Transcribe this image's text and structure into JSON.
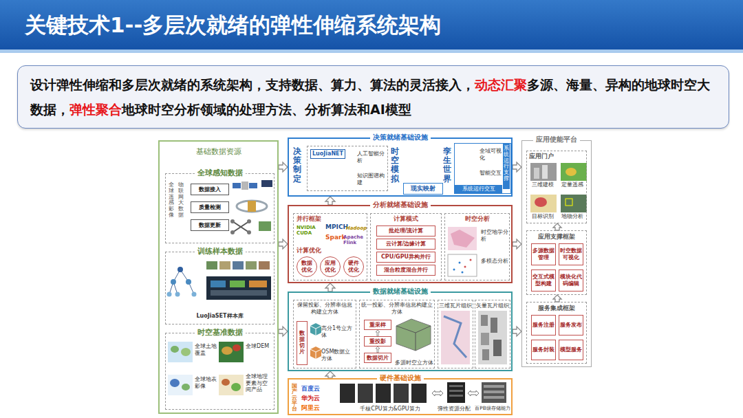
{
  "diagram": {
    "title": "关键技术1--多层次就绪的弹性伸缩系统架构",
    "nodes": [
      {
        "text": [
          "设计弹性伸缩和多层次就绪的系统架构，支持数据、算力、算法的灵活接入，",
          "动态汇聚",
          "多源、海量、异构的地球时空大数据，",
          "弹性聚合",
          "地球时空分析领域的处理方法、分析算法和AI模型"
        ]
      },
      {
        "text": [
          "基础数据资源"
        ]
      },
      {
        "text": [
          "全球感知数据",
          "全球遥感影像",
          "物联网大数据"
        ],
        "in": 1
      },
      {
        "text": [
          "数据接入"
        ],
        "in": 2
      },
      {
        "text": [
          "质量检测"
        ],
        "in": 2
      },
      {
        "text": [
          "数据更新"
        ],
        "in": 2
      },
      {
        "text": [
          "训练样本数据",
          "LuoJiaSET样本库"
        ],
        "in": 1
      },
      {
        "text": [
          "时空基准数据",
          "全球土地覆盖",
          "全球DEM",
          "全球地表影像",
          "全球地理要素与空间产品"
        ],
        "in": 1
      },
      {
        "text": [
          "决策就绪基础设施",
          "决策制定",
          "时空模拟",
          "孪生世界"
        ]
      },
      {
        "text": [
          "LuoJiaNET",
          "人工智能分析",
          "知识图谱构建"
        ],
        "in": 8
      },
      {
        "text": [
          "现实映射"
        ],
        "in": 8
      },
      {
        "text": [
          "全域可视化",
          "智能交互",
          "系统运行支撑",
          "系统运行交互"
        ],
        "in": 8
      },
      {
        "text": [
          "分析就绪基础设施"
        ]
      },
      {
        "text": [
          "并行框架",
          "NVIDIA CUDA",
          "MPICH",
          "Hadoop",
          "Spark",
          "Apache Flink",
          "计算优化"
        ],
        "in": 12
      },
      {
        "text": [
          "数据优化"
        ],
        "in": 13
      },
      {
        "text": [
          "应用优化"
        ],
        "in": 13
      },
      {
        "text": [
          "硬件优化"
        ],
        "in": 13
      },
      {
        "text": [
          "计算模式"
        ],
        "in": 12
      },
      {
        "text": [
          "批处理/流计算"
        ],
        "in": 17
      },
      {
        "text": [
          "云计算/边缘计算"
        ],
        "in": 17
      },
      {
        "text": [
          "CPU/GPU异构并行"
        ],
        "in": 17
      },
      {
        "text": [
          "混合粒度混合并行"
        ],
        "in": 17
      },
      {
        "text": [
          "时空分析",
          "时空地学分析",
          "多模态分析"
        ],
        "in": 12
      },
      {
        "text": [
          "数据就绪基础设施"
        ]
      },
      {
        "text": [
          "保留投影、分辨率信息构建立方体",
          "高分1号立方体",
          "OSM数据立方体"
        ],
        "in": 23
      },
      {
        "text": [
          "数据切片"
        ],
        "in": 24
      },
      {
        "text": [
          "统一投影、分辨率信息构建立方体",
          "多源时空立方体"
        ],
        "in": 23
      },
      {
        "text": [
          "重采样"
        ],
        "in": 26
      },
      {
        "text": [
          "重投影"
        ],
        "in": 26
      },
      {
        "text": [
          "数据切片"
        ],
        "in": 26
      },
      {
        "text": [
          "三维瓦片组织"
        ],
        "in": 23
      },
      {
        "text": [
          "矢量瓦片组织"
        ],
        "in": 23
      },
      {
        "text": [
          "硬件基础设施",
          "千核CPU算力&GPU算力",
          "弹性资源分配",
          "百PB级存储能力"
        ]
      },
      {
        "text": [
          "国产云平台",
          "百度云",
          "华为云",
          "阿里云"
        ],
        "in": 32
      },
      {
        "text": [
          "应用使能平台"
        ]
      },
      {
        "text": [
          "应用门户",
          "三维建模",
          "定量遥感",
          "目标识别",
          "地物分析"
        ],
        "in": 34
      },
      {
        "text": [
          "应用支撑框架"
        ],
        "in": 34
      },
      {
        "text": [
          "多源数据管理"
        ],
        "in": 36
      },
      {
        "text": [
          "时空数据可视化"
        ],
        "in": 36
      },
      {
        "text": [
          "交互式模型构建"
        ],
        "in": 36
      },
      {
        "text": [
          "模块化代码编辑"
        ],
        "in": 36
      },
      {
        "text": [
          "服务集成框架"
        ],
        "in": 34
      },
      {
        "text": [
          "服务注册"
        ],
        "in": 41
      },
      {
        "text": [
          "服务发布"
        ],
        "in": 41
      },
      {
        "text": [
          "服务封装"
        ],
        "in": 41
      },
      {
        "text": [
          "模型服务"
        ],
        "in": 41
      }
    ],
    "edges": [
      {
        "from": 1,
        "to": 8,
        "arrow": "to"
      },
      {
        "from": 1,
        "to": 12,
        "arrow": "to"
      },
      {
        "from": 1,
        "to": 23,
        "arrow": "to"
      },
      {
        "from": 8,
        "to": 34,
        "arrow": "to"
      },
      {
        "from": 12,
        "to": 34,
        "arrow": "to"
      },
      {
        "from": 23,
        "to": 34,
        "arrow": "to"
      },
      {
        "from": 32,
        "to": 23,
        "arrow": "to"
      },
      {
        "from": 23,
        "to": 12,
        "arrow": "to"
      },
      {
        "from": 12,
        "to": 8,
        "arrow": "to"
      },
      {
        "from": 41,
        "to": 36,
        "arrow": "to"
      },
      {
        "from": 36,
        "to": 35,
        "arrow": "to"
      },
      {
        "from": 29,
        "to": 28,
        "arrow": "to"
      },
      {
        "from": 28,
        "to": 27,
        "arrow": "to"
      }
    ]
  }
}
